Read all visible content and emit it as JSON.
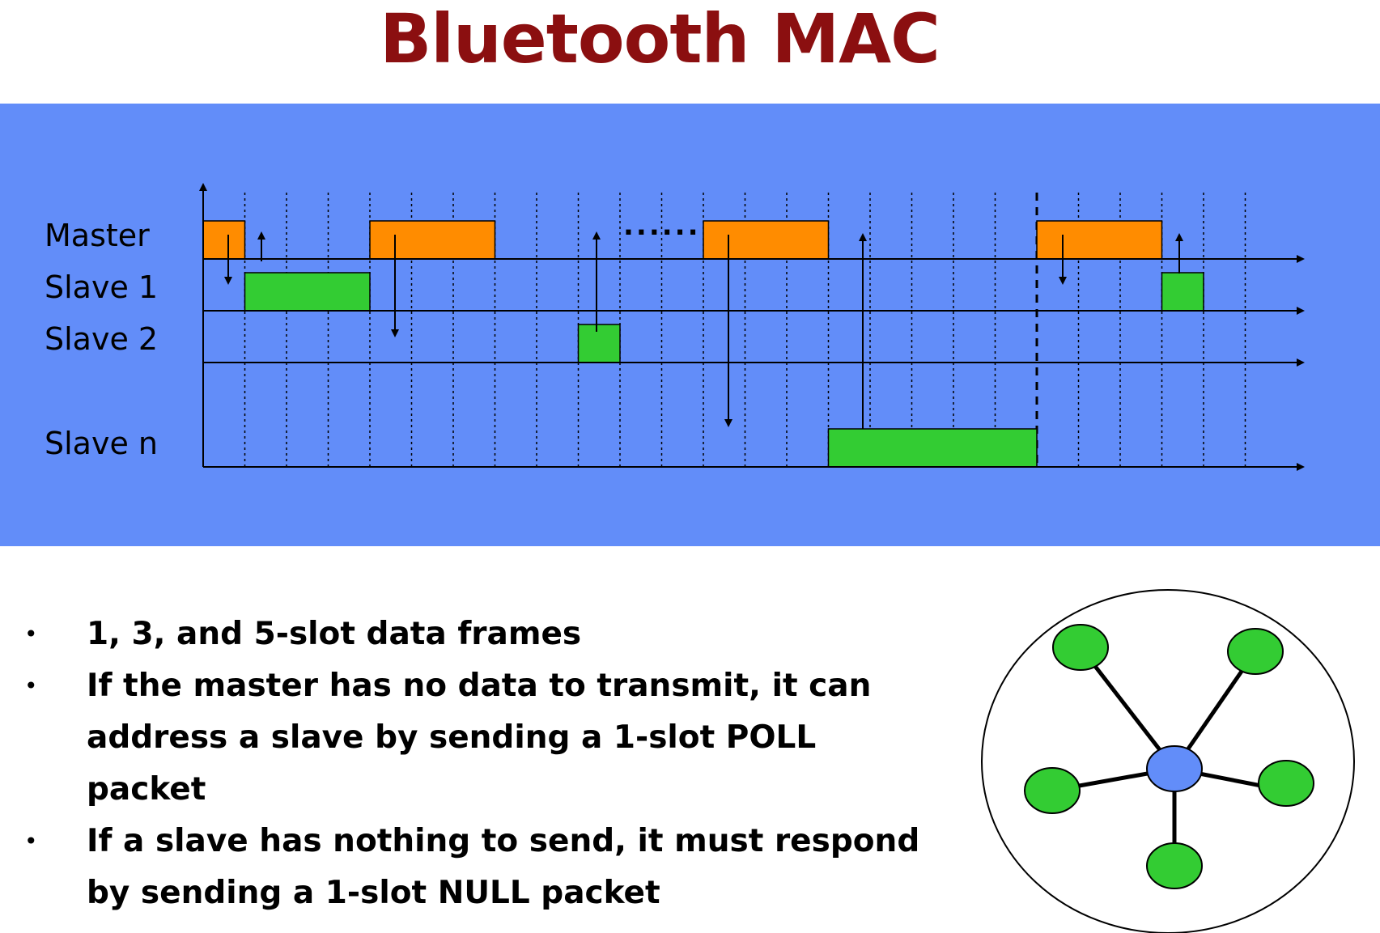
{
  "title": "Bluetooth MAC",
  "timing_diagram": {
    "rows": [
      "Master",
      "Slave 1",
      "Slave 2",
      "Slave n"
    ],
    "ellipsis": "......",
    "colors": {
      "background": "#628df9",
      "master_frame": "#ff8c00",
      "slave_frame": "#33cc33"
    }
  },
  "bullets": [
    {
      "marker": "•",
      "lines": [
        "1, 3, and 5-slot data frames"
      ]
    },
    {
      "marker": "•",
      "lines": [
        "If the master has no data to transmit, it can",
        "address a slave by sending a 1-slot POLL",
        "packet"
      ]
    },
    {
      "marker": "•",
      "lines": [
        "If a slave has nothing to send, it must respond",
        "by sending a 1-slot NULL packet"
      ]
    }
  ],
  "topology": {
    "colors": {
      "master_node": "#628df9",
      "slave_node": "#33cc33"
    }
  }
}
